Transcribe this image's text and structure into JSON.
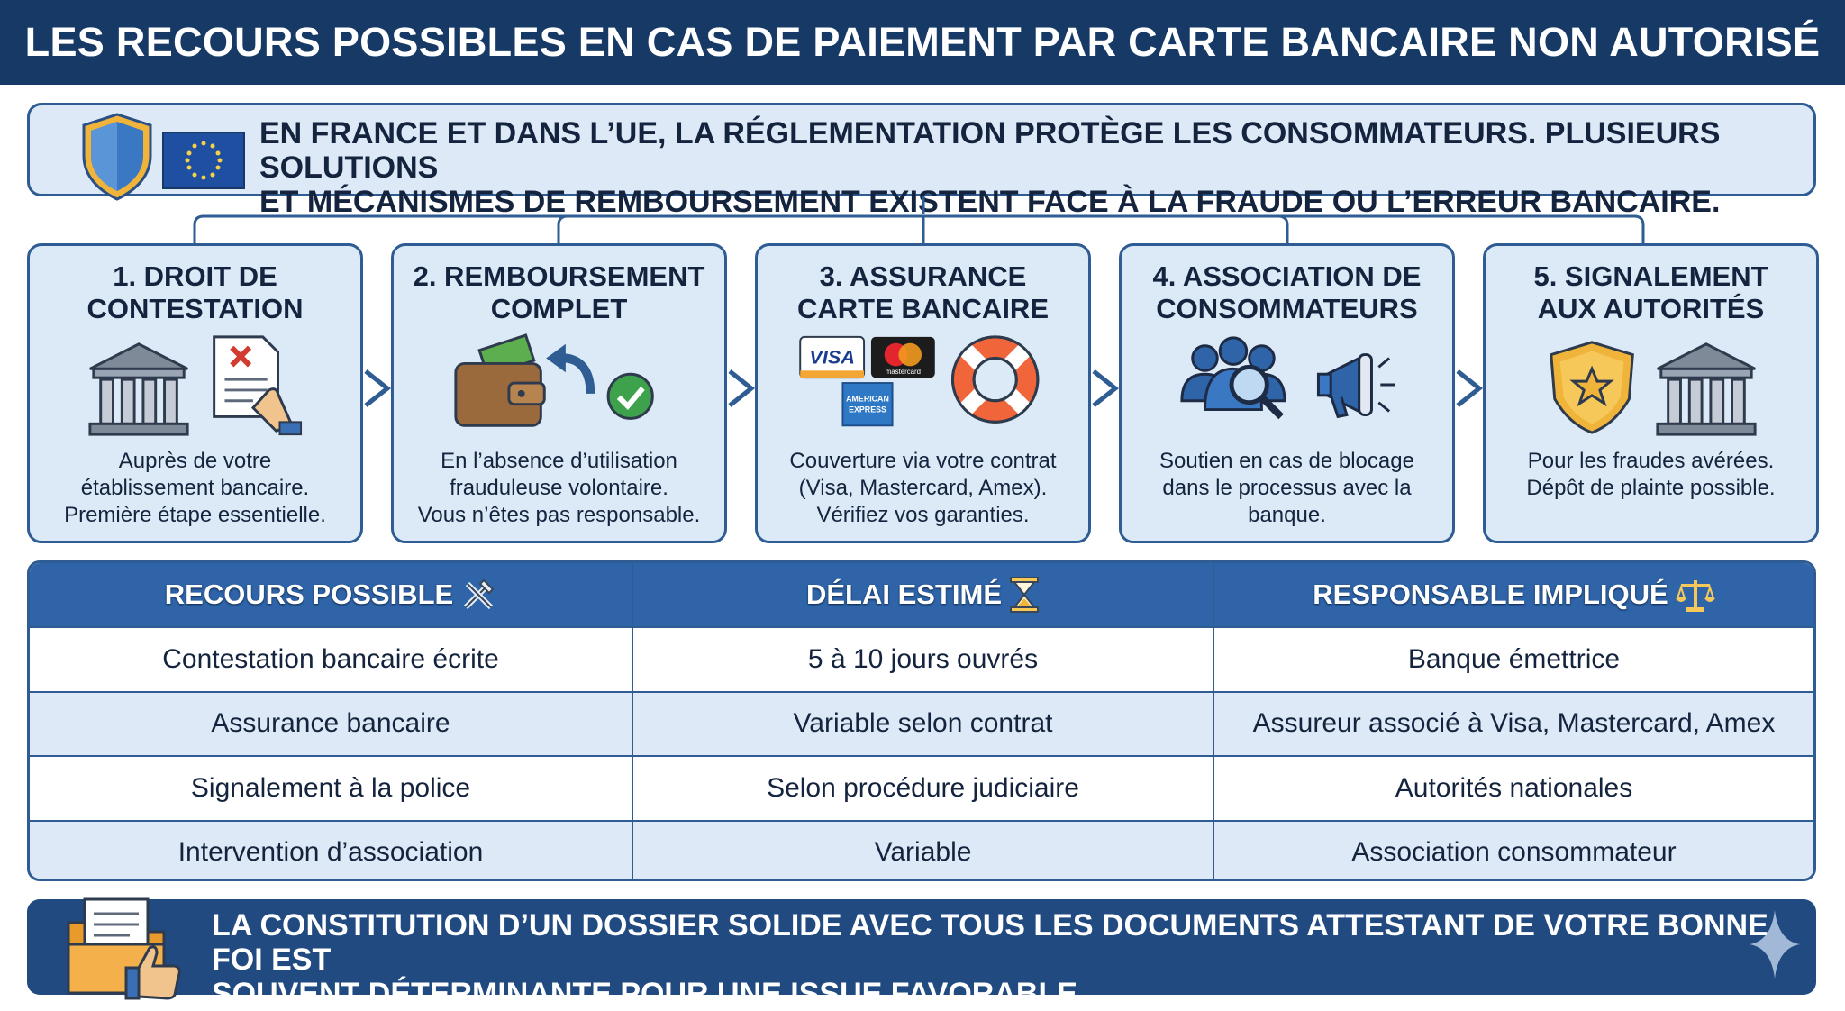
{
  "title": "LES RECOURS POSSIBLES EN CAS DE PAIEMENT PAR CARTE BANCAIRE NON AUTORISÉ",
  "intro": {
    "line1": "EN FRANCE ET DANS L’UE, LA RÉGLEMENTATION PROTÈGE LES CONSOMMATEURS. PLUSIEURS SOLUTIONS",
    "line2": "ET MÉCANISMES DE REMBOURSEMENT EXISTENT FACE À LA FRAUDE OU L’ERREUR BANCAIRE.",
    "icons": [
      "shield-icon",
      "eu-flag-icon"
    ]
  },
  "cards": [
    {
      "title1": "1. DROIT DE",
      "title2": "CONTESTATION",
      "desc1": "Auprès de votre",
      "desc2": "établissement bancaire.",
      "desc3": "Première étape essentielle.",
      "icons": [
        "bank-icon",
        "document-reject-icon"
      ]
    },
    {
      "title1": "2. REMBOURSEMENT",
      "title2": "COMPLET",
      "desc1": "En l’absence d’utilisation",
      "desc2": "frauduleuse volontaire.",
      "desc3": "Vous n’êtes pas responsable.",
      "icons": [
        "wallet-icon",
        "return-arrow-icon",
        "check-icon"
      ]
    },
    {
      "title1": "3. ASSURANCE",
      "title2": "CARTE BANCAIRE",
      "desc1": "Couverture via votre contrat",
      "desc2": "(Visa, Mastercard, Amex).",
      "desc3": "Vérifiez vos garanties.",
      "icons": [
        "visa-logo",
        "mastercard-logo",
        "amex-logo",
        "lifebuoy-icon"
      ],
      "logos": {
        "visa": "VISA",
        "mastercard": "mastercard",
        "amex1": "AMERICAN",
        "amex2": "EXPRESS"
      }
    },
    {
      "title1": "4. ASSOCIATION DE",
      "title2": "CONSOMMATEURS",
      "desc1": "Soutien en cas de blocage",
      "desc2": "dans le processus avec la",
      "desc3": "banque.",
      "icons": [
        "people-magnifier-icon",
        "megaphone-icon"
      ]
    },
    {
      "title1": "5. SIGNALEMENT",
      "title2": "AUX AUTORITÉS",
      "desc1": "Pour les fraudes avérées.",
      "desc2": "Dépôt de plainte possible.",
      "desc3": "",
      "icons": [
        "police-badge-icon",
        "courthouse-icon"
      ]
    }
  ],
  "table": {
    "headers": [
      {
        "label": "RECOURS POSSIBLE",
        "icon": "tools-icon"
      },
      {
        "label": "DÉLAI ESTIMÉ",
        "icon": "hourglass-icon"
      },
      {
        "label": "RESPONSABLE IMPLIQUÉ",
        "icon": "scales-icon"
      }
    ],
    "rows": [
      [
        "Contestation bancaire écrite",
        "5 à 10 jours ouvrés",
        "Banque émettrice"
      ],
      [
        "Assurance bancaire",
        "Variable selon contrat",
        "Assureur associé à Visa, Mastercard, Amex"
      ],
      [
        "Signalement à la police",
        "Selon procédure judiciaire",
        "Autorités nationales"
      ],
      [
        "Intervention d’association",
        "Variable",
        "Association consommateur"
      ]
    ]
  },
  "footer": {
    "line1": "LA CONSTITUTION D’UN DOSSIER SOLIDE AVEC TOUS LES DOCUMENTS ATTESTANT DE VOTRE BONNE FOI EST",
    "line2": "SOUVENT DÉTERMINANTE POUR UNE ISSUE FAVORABLE.",
    "icons": [
      "folder-thumbs-up-icon",
      "sparkle-icon"
    ]
  },
  "colors": {
    "navy": "#173965",
    "border": "#2f5c93",
    "light": "#dde9f6",
    "header_row": "#2f64a8"
  }
}
